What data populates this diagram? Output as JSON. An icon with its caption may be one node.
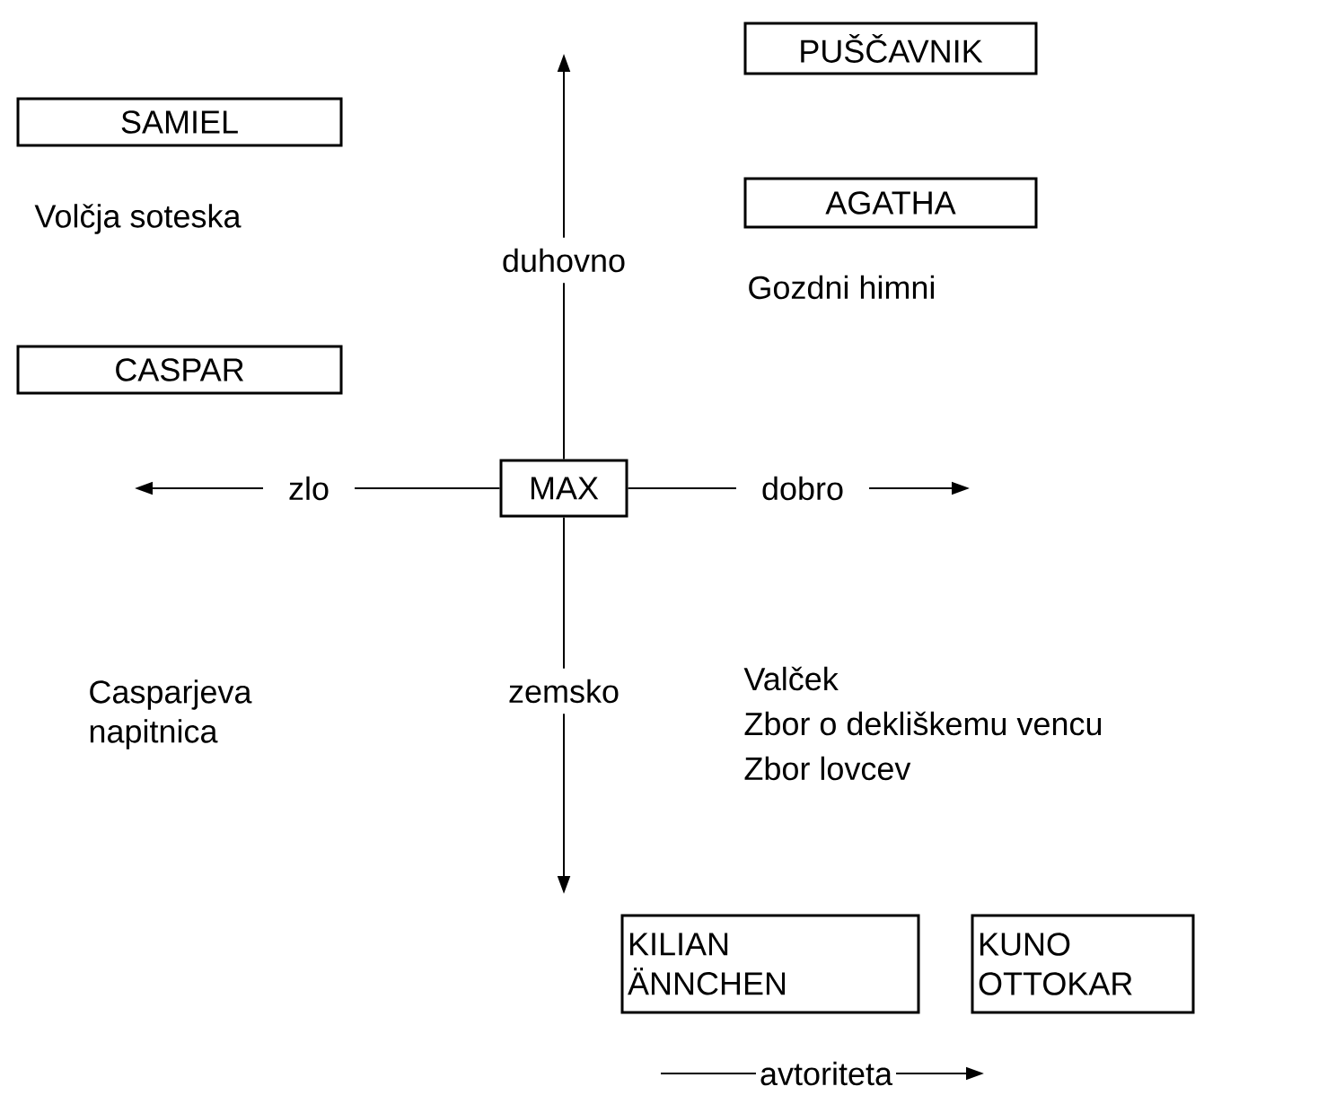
{
  "diagram": {
    "nodes": [
      {
        "text": [
          "SAMIEL"
        ]
      },
      {
        "text": [
          "PUŠČAVNIK"
        ]
      },
      {
        "text": [
          "AGATHA"
        ]
      },
      {
        "text": [
          "CASPAR"
        ]
      },
      {
        "text": [
          "MAX"
        ]
      },
      {
        "text": [
          "KILIAN ÄNNCHEN"
        ]
      },
      {
        "text": [
          "KUNO OTTOKAR"
        ]
      }
    ],
    "edges": [
      {
        "from": 4,
        "to": null,
        "arrow": "to",
        "label": "duhovno"
      },
      {
        "from": 4,
        "to": null,
        "arrow": "to",
        "label": "zlo"
      },
      {
        "from": 4,
        "to": null,
        "arrow": "to",
        "label": "dobro"
      },
      {
        "from": 4,
        "to": null,
        "arrow": "to",
        "label": "zemsko"
      }
    ],
    "labels": [
      "Volčja soteska",
      "Gozdni himni",
      "Casparjeva napitnica",
      "Valček",
      "Zbor o dekliškemu vencu",
      "Zbor lovcev",
      "avtoriteta"
    ]
  }
}
